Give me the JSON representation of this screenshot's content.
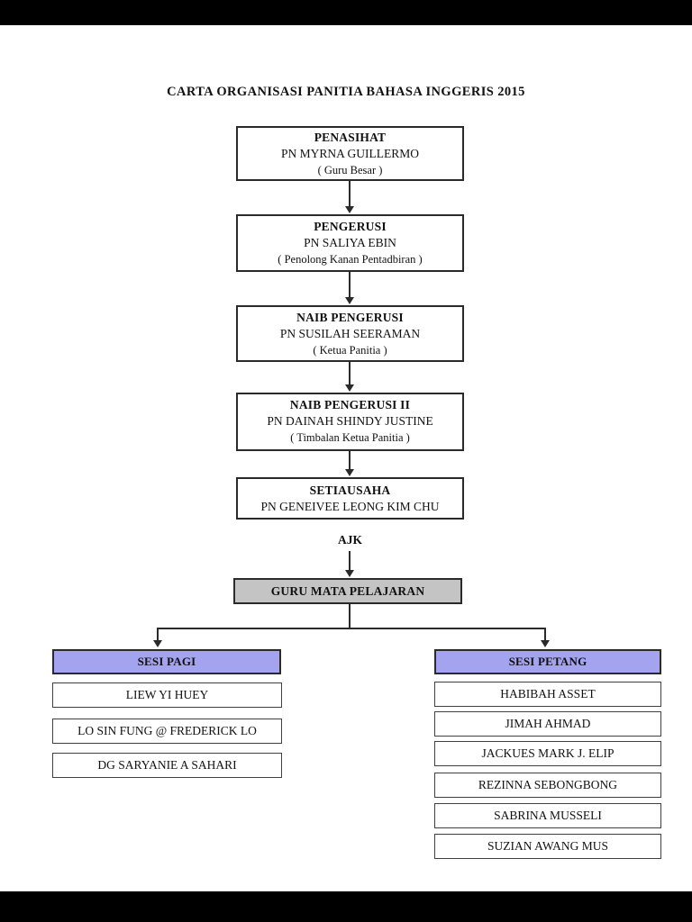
{
  "title": "CARTA ORGANISASI PANITIA BAHASA INGGERIS 2015",
  "chain": [
    {
      "role": "PENASIHAT",
      "name": "PN MYRNA GUILLERMO",
      "note": "( Guru Besar )"
    },
    {
      "role": "PENGERUSI",
      "name": "PN SALIYA EBIN",
      "note": "( Penolong Kanan Pentadbiran )"
    },
    {
      "role": "NAIB PENGERUSI",
      "name": "PN SUSILAH SEERAMAN",
      "note": "( Ketua Panitia )"
    },
    {
      "role": "NAIB PENGERUSI II",
      "name": "PN DAINAH SHINDY JUSTINE",
      "note": "( Timbalan Ketua Panitia )"
    },
    {
      "role": "SETIAUSAHA",
      "name": "PN GENEIVEE LEONG KIM CHU"
    }
  ],
  "ajk_label": "AJK",
  "guru_box_label": "GURU MATA PELAJARAN",
  "sessions": {
    "pagi": {
      "title": "SESI PAGI",
      "members": [
        "LIEW YI HUEY",
        "LO SIN FUNG @ FREDERICK LO",
        "DG SARYANIE A SAHARI"
      ]
    },
    "petang": {
      "title": "SESI PETANG",
      "members": [
        "HABIBAH ASSET",
        "JIMAH AHMAD",
        "JACKUES MARK J. ELIP",
        "REZINNA SEBONGBONG",
        "SABRINA MUSSELI",
        "SUZIAN AWANG MUS"
      ]
    }
  },
  "colors": {
    "session_header_fill": "#a3a3f0",
    "subject_teacher_box_fill": "#c4c4c4",
    "line_color": "#2a2a2a",
    "letterbox": "#000000",
    "page_background": "#ffffff"
  }
}
